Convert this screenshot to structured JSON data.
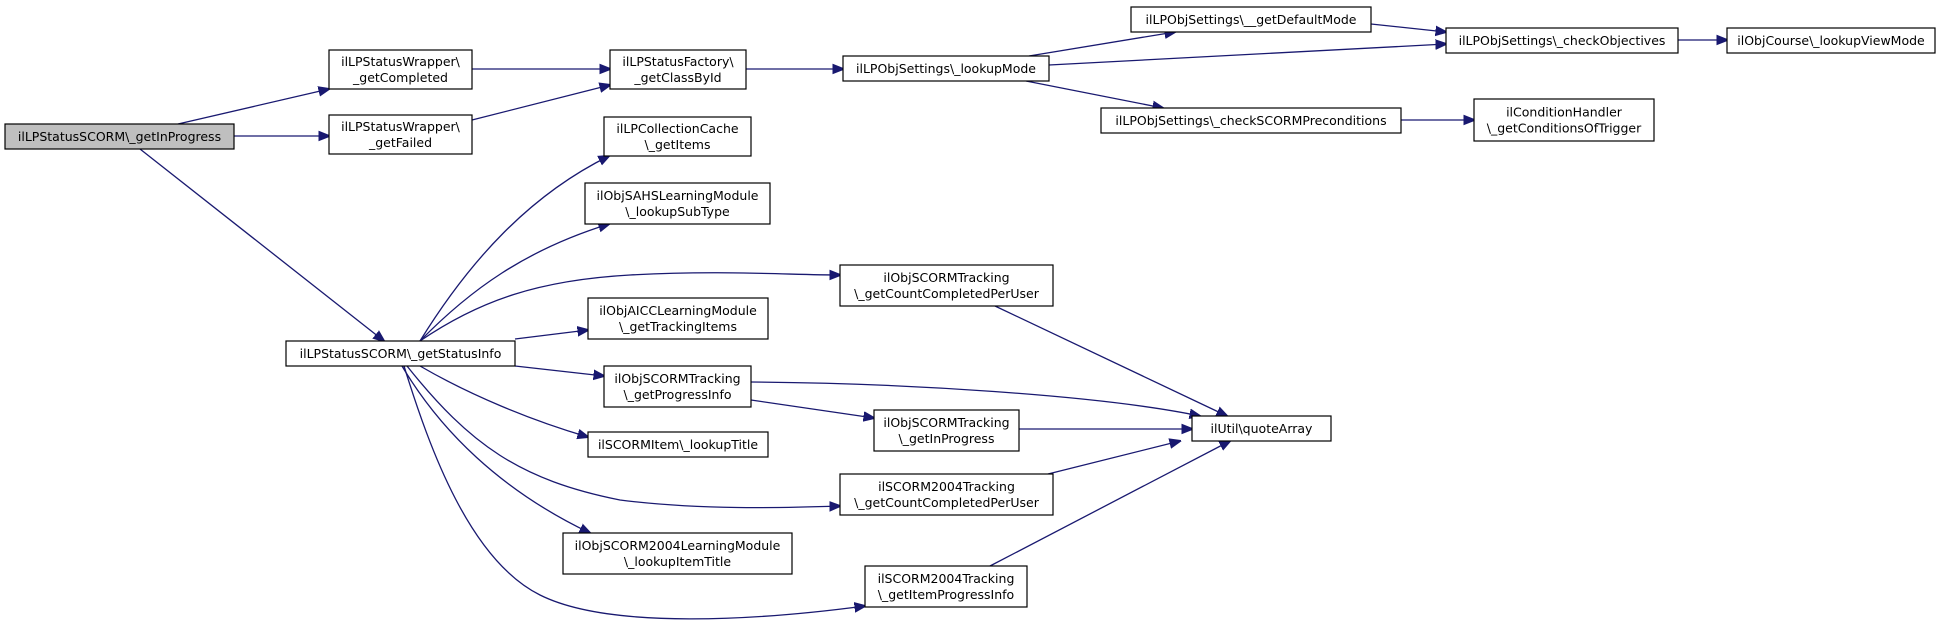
{
  "diagram": {
    "type": "call-graph",
    "colors": {
      "edge": "#191970",
      "root_fill": "#bfbfbf",
      "node_fill": "#ffffff",
      "node_stroke": "#000000"
    },
    "nodes": [
      {
        "id": "n0",
        "lines": [
          "ilLPStatusSCORM\\_getInProgress"
        ],
        "root": true
      },
      {
        "id": "n1",
        "lines": [
          "ilLPStatusWrapper\\",
          "_getCompleted"
        ]
      },
      {
        "id": "n2",
        "lines": [
          "ilLPStatusWrapper\\",
          "_getFailed"
        ]
      },
      {
        "id": "n3",
        "lines": [
          "ilLPStatusSCORM\\_getStatusInfo"
        ]
      },
      {
        "id": "n4",
        "lines": [
          "ilLPStatusFactory\\",
          "_getClassById"
        ]
      },
      {
        "id": "n5",
        "lines": [
          "ilLPObjSettings\\_lookupMode"
        ]
      },
      {
        "id": "n6",
        "lines": [
          "ilLPObjSettings\\__getDefaultMode"
        ]
      },
      {
        "id": "n7",
        "lines": [
          "ilLPObjSettings\\_checkObjectives"
        ]
      },
      {
        "id": "n8",
        "lines": [
          "ilObjCourse\\_lookupViewMode"
        ]
      },
      {
        "id": "n9",
        "lines": [
          "ilLPObjSettings\\_checkSCORMPreconditions"
        ]
      },
      {
        "id": "n10",
        "lines": [
          "ilConditionHandler",
          "\\_getConditionsOfTrigger"
        ]
      },
      {
        "id": "n11",
        "lines": [
          "ilLPCollectionCache",
          "\\_getItems"
        ]
      },
      {
        "id": "n12",
        "lines": [
          "ilObjSAHSLearningModule",
          "\\_lookupSubType"
        ]
      },
      {
        "id": "n13",
        "lines": [
          "ilObjSCORMTracking",
          "\\_getCountCompletedPerUser"
        ]
      },
      {
        "id": "n14",
        "lines": [
          "ilObjAICCLearningModule",
          "\\_getTrackingItems"
        ]
      },
      {
        "id": "n15",
        "lines": [
          "ilObjSCORMTracking",
          "\\_getProgressInfo"
        ]
      },
      {
        "id": "n16",
        "lines": [
          "ilObjSCORMTracking",
          "\\_getInProgress"
        ]
      },
      {
        "id": "n17",
        "lines": [
          "ilUtil\\quoteArray"
        ]
      },
      {
        "id": "n18",
        "lines": [
          "ilSCORMItem\\_lookupTitle"
        ]
      },
      {
        "id": "n19",
        "lines": [
          "ilSCORM2004Tracking",
          "\\_getCountCompletedPerUser"
        ]
      },
      {
        "id": "n20",
        "lines": [
          "ilObjSCORM2004LearningModule",
          "\\_lookupItemTitle"
        ]
      },
      {
        "id": "n21",
        "lines": [
          "ilSCORM2004Tracking",
          "\\_getItemProgressInfo"
        ]
      }
    ],
    "edges": [
      {
        "from": "n0",
        "to": "n1"
      },
      {
        "from": "n0",
        "to": "n2"
      },
      {
        "from": "n0",
        "to": "n3"
      },
      {
        "from": "n1",
        "to": "n4"
      },
      {
        "from": "n2",
        "to": "n4"
      },
      {
        "from": "n4",
        "to": "n5"
      },
      {
        "from": "n5",
        "to": "n6"
      },
      {
        "from": "n5",
        "to": "n7"
      },
      {
        "from": "n5",
        "to": "n9"
      },
      {
        "from": "n6",
        "to": "n7"
      },
      {
        "from": "n7",
        "to": "n8"
      },
      {
        "from": "n9",
        "to": "n10"
      },
      {
        "from": "n3",
        "to": "n11"
      },
      {
        "from": "n3",
        "to": "n12"
      },
      {
        "from": "n3",
        "to": "n13"
      },
      {
        "from": "n3",
        "to": "n14"
      },
      {
        "from": "n3",
        "to": "n15"
      },
      {
        "from": "n3",
        "to": "n18"
      },
      {
        "from": "n3",
        "to": "n19"
      },
      {
        "from": "n3",
        "to": "n20"
      },
      {
        "from": "n3",
        "to": "n21"
      },
      {
        "from": "n13",
        "to": "n17"
      },
      {
        "from": "n15",
        "to": "n16"
      },
      {
        "from": "n15",
        "to": "n17"
      },
      {
        "from": "n16",
        "to": "n17"
      },
      {
        "from": "n19",
        "to": "n17"
      },
      {
        "from": "n21",
        "to": "n17"
      }
    ]
  }
}
